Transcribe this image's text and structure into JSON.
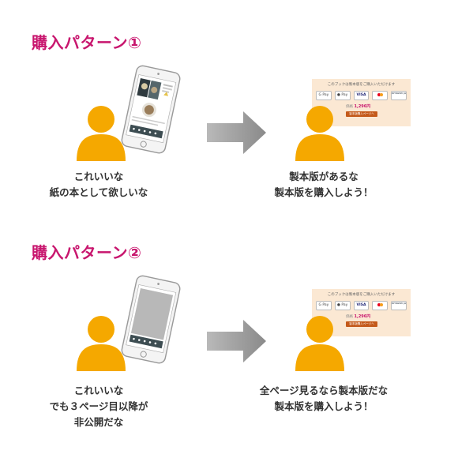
{
  "pattern1": {
    "title": "購入パターン①",
    "left_caption": [
      "これいいな",
      "紙の本として欲しいな"
    ],
    "right_caption": [
      "製本版があるな",
      "製本版を購入しよう！"
    ]
  },
  "pattern2": {
    "title": "購入パターン②",
    "left_caption": [
      "これいいな",
      "でも３ページ目以降が",
      "非公開だな"
    ],
    "right_caption": [
      "全ページ見るなら製本版だな",
      "製本版を購入しよう！"
    ]
  },
  "purchase_card": {
    "text": "このブックは製本版をご購入いただけます",
    "payment_buttons": [
      "G Pay",
      " Pay",
      "VISA",
      "",
      "amazon pay"
    ],
    "price_label": "価格",
    "price": "1,296円",
    "buy_button": "製本版購入ページへ"
  },
  "colors": {
    "title": "#c8166e",
    "person": "#f5a800",
    "arrow": "#9b9b9b",
    "card_bg": "#fbe8d3"
  },
  "icons": [
    "person-silhouette-icon",
    "smartphone-icon",
    "right-arrow-icon",
    "mastercard-icon"
  ]
}
